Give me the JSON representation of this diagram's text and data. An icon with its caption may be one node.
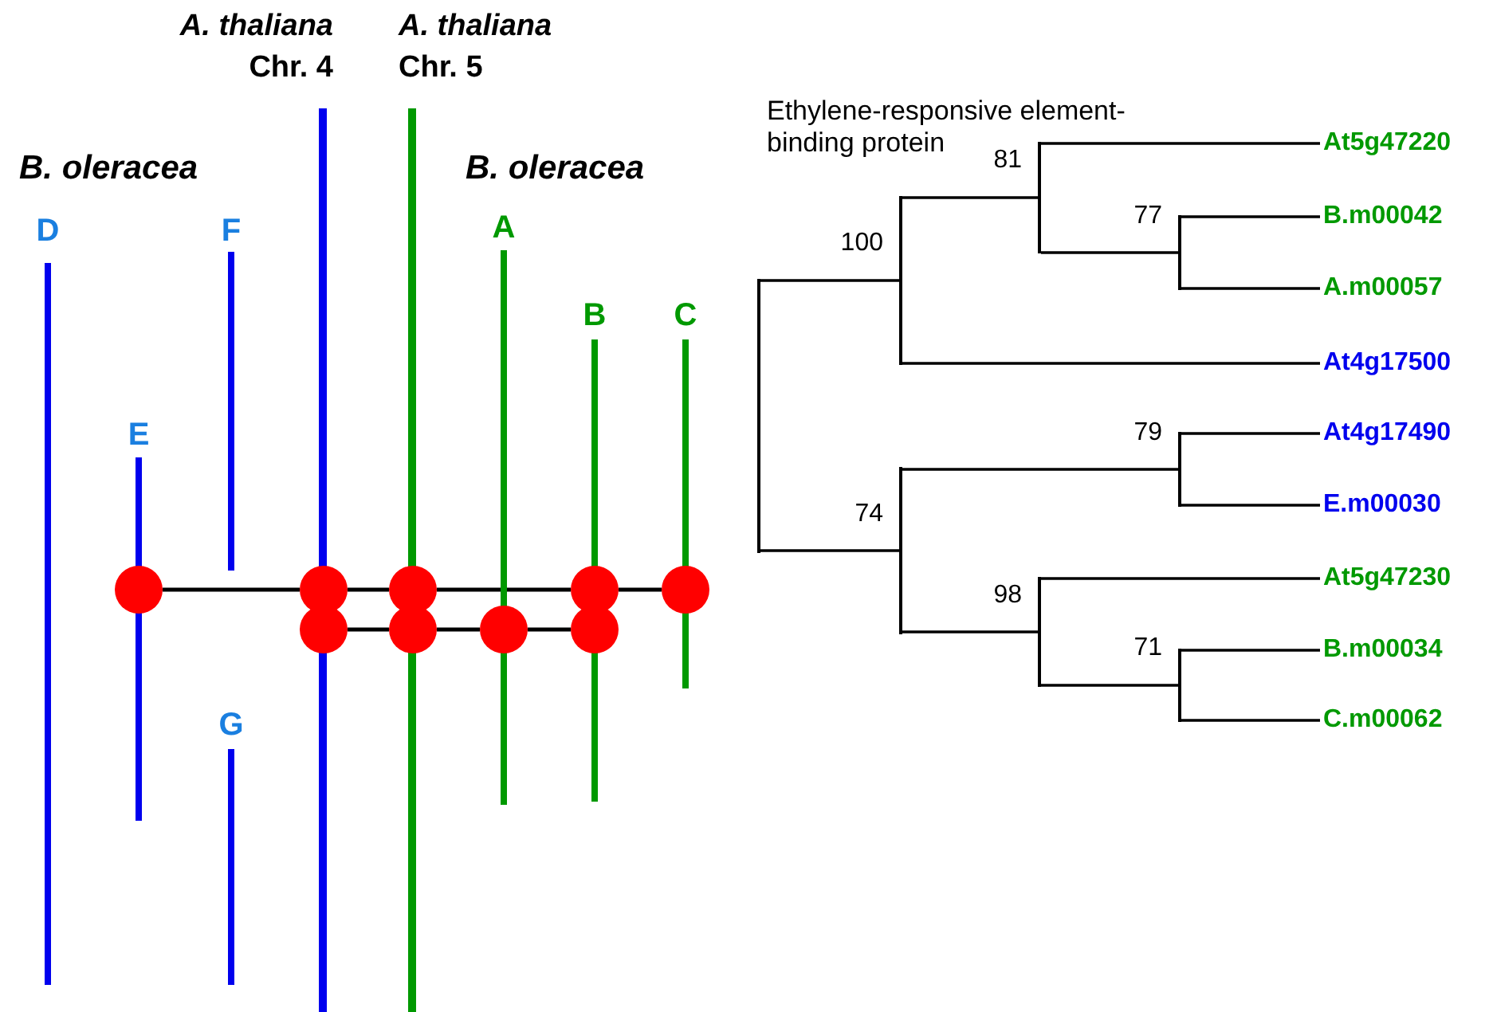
{
  "diagram": {
    "nodes": [
      {
        "text": [
          "A. thaliana",
          "Chr. 4"
        ]
      },
      {
        "text": [
          "A. thaliana",
          "Chr. 5"
        ]
      },
      {
        "text": [
          "D"
        ]
      },
      {
        "text": [
          "E"
        ]
      },
      {
        "text": [
          "F"
        ]
      },
      {
        "text": [
          "G"
        ]
      },
      {
        "text": [
          "A"
        ]
      },
      {
        "text": [
          "B"
        ]
      },
      {
        "text": [
          "C"
        ]
      },
      {
        "text": [],
        "shape": "circle"
      },
      {
        "text": [],
        "shape": "circle"
      },
      {
        "text": [],
        "shape": "circle"
      },
      {
        "text": [],
        "shape": "circle"
      },
      {
        "text": [],
        "shape": "circle"
      },
      {
        "text": [],
        "shape": "circle"
      },
      {
        "text": [],
        "shape": "circle"
      },
      {
        "text": [],
        "shape": "circle"
      },
      {
        "text": [],
        "shape": "circle"
      },
      {
        "text": [],
        "shape": "point"
      },
      {
        "text": [],
        "shape": "point",
        "beside": [
          "100"
        ]
      },
      {
        "text": [],
        "shape": "point",
        "beside": [
          "81"
        ]
      },
      {
        "text": [],
        "shape": "point",
        "beside": [
          "77"
        ]
      },
      {
        "text": [],
        "shape": "point",
        "beside": [
          "74"
        ]
      },
      {
        "text": [],
        "shape": "point",
        "beside": [
          "79"
        ]
      },
      {
        "text": [],
        "shape": "point",
        "beside": [
          "98"
        ]
      },
      {
        "text": [],
        "shape": "point",
        "beside": [
          "71"
        ]
      },
      {
        "text": [
          "At5g47220"
        ]
      },
      {
        "text": [
          "B.m00042"
        ]
      },
      {
        "text": [
          "A.m00057"
        ]
      },
      {
        "text": [
          "At4g17500"
        ]
      },
      {
        "text": [
          "At4g17490"
        ]
      },
      {
        "text": [
          "E.m00030"
        ]
      },
      {
        "text": [
          "At5g47230"
        ]
      },
      {
        "text": [
          "B.m00034"
        ]
      },
      {
        "text": [
          "C.m00062"
        ]
      }
    ],
    "edges": [
      {
        "from": 9,
        "to": 10,
        "arrow": "none"
      },
      {
        "from": 10,
        "to": 11,
        "arrow": "none"
      },
      {
        "from": 11,
        "to": 12,
        "arrow": "none"
      },
      {
        "from": 12,
        "to": 13,
        "arrow": "none"
      },
      {
        "from": 14,
        "to": 15,
        "arrow": "none"
      },
      {
        "from": 15,
        "to": 16,
        "arrow": "none"
      },
      {
        "from": 16,
        "to": 17,
        "arrow": "none"
      },
      {
        "from": 18,
        "to": 19,
        "arrow": "none"
      },
      {
        "from": 18,
        "to": 22,
        "arrow": "none"
      },
      {
        "from": 19,
        "to": 20,
        "arrow": "none"
      },
      {
        "from": 19,
        "to": 29,
        "arrow": "none"
      },
      {
        "from": 20,
        "to": 26,
        "arrow": "none"
      },
      {
        "from": 20,
        "to": 21,
        "arrow": "none"
      },
      {
        "from": 21,
        "to": 27,
        "arrow": "none"
      },
      {
        "from": 21,
        "to": 28,
        "arrow": "none"
      },
      {
        "from": 22,
        "to": 23,
        "arrow": "none"
      },
      {
        "from": 22,
        "to": 24,
        "arrow": "none"
      },
      {
        "from": 23,
        "to": 30,
        "arrow": "none"
      },
      {
        "from": 23,
        "to": 31,
        "arrow": "none"
      },
      {
        "from": 24,
        "to": 32,
        "arrow": "none"
      },
      {
        "from": 24,
        "to": 25,
        "arrow": "none"
      },
      {
        "from": 25,
        "to": 33,
        "arrow": "none"
      },
      {
        "from": 25,
        "to": 34,
        "arrow": "none"
      }
    ],
    "labels": [
      "B. oleracea",
      "B. oleracea",
      "Ethylene-responsive element-binding protein"
    ]
  }
}
